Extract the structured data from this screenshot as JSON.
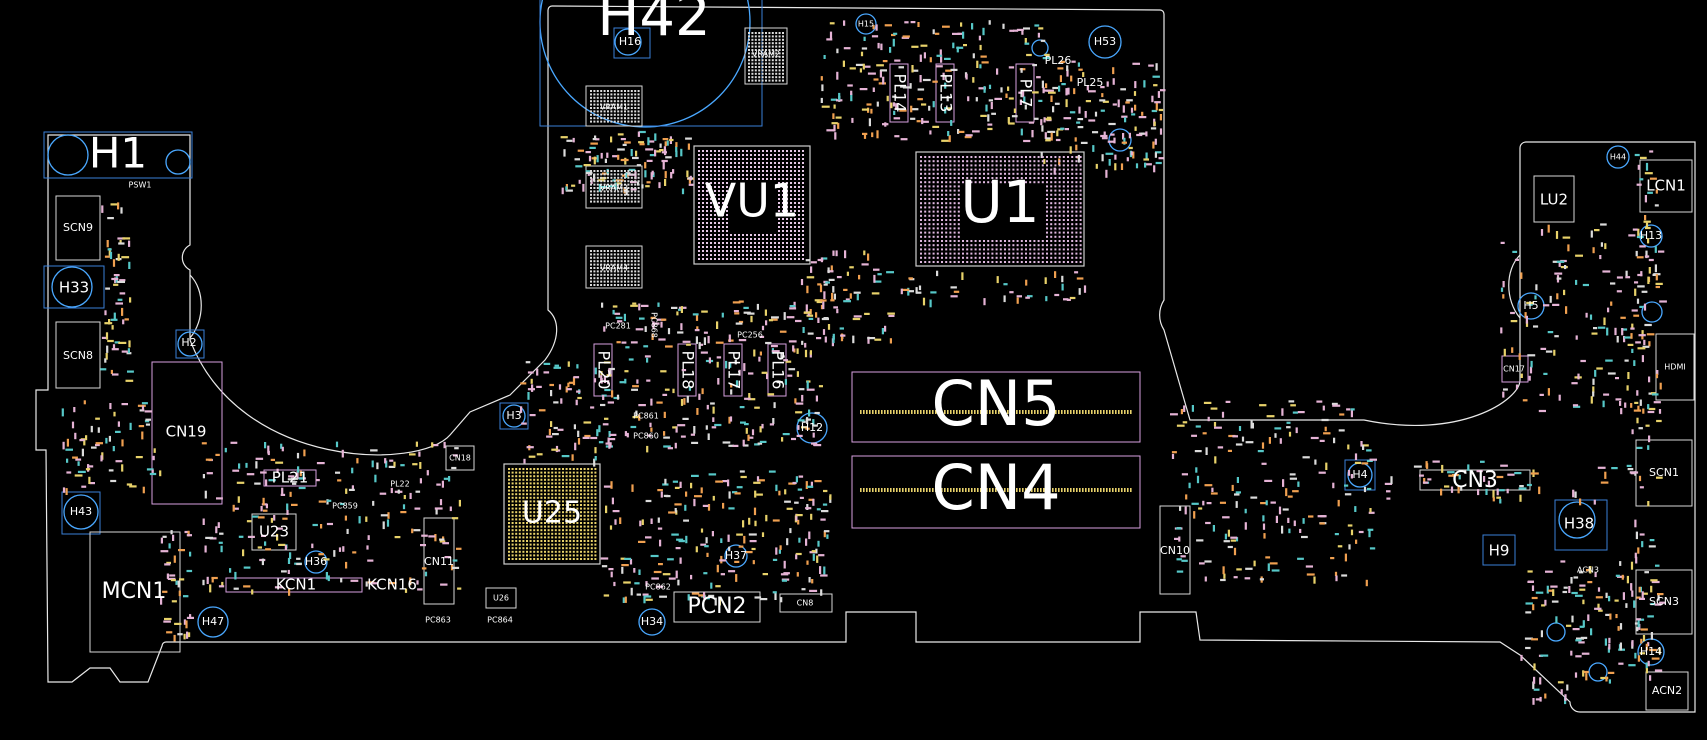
{
  "colors": {
    "background": "#000000",
    "outline": "#e8e8e8",
    "mount_hole": "#4aa8ff",
    "part_outline": "#d7a0e0",
    "pad_pink": "#e6b3d6",
    "pad_white": "#dcdcdc",
    "pad_teal": "#56c8c8",
    "pad_yellow": "#e8d26a",
    "pad_orange": "#f0a050"
  },
  "labels": {
    "u1": "U1",
    "vu1": "VU1",
    "u25": "U25",
    "cn5": "CN5",
    "cn4": "CN4",
    "h1": "H1",
    "h42": "H42",
    "mcn1": "MCN1",
    "cn19": "CN19",
    "kcn1": "KCN1",
    "kcn16": "KCN16",
    "pcn2": "PCN2",
    "cn3": "CN3",
    "lcn1": "LCN1",
    "lu2": "LU2",
    "scn9": "SCN9",
    "scn8": "SCN8",
    "h33": "H33",
    "h2": "H2",
    "h3": "H3",
    "h4": "H4",
    "h5": "H5",
    "h9": "H9",
    "h12": "H12",
    "h13": "H13",
    "h14": "H14",
    "h15": "H15",
    "h16": "H16",
    "h34": "H34",
    "h36": "H36",
    "h37": "H37",
    "h38": "H38",
    "h43": "H43",
    "h44": "H44",
    "h47": "H47",
    "h53": "H53",
    "pl21": "PL21",
    "pl20": "PL20",
    "pl18": "PL18",
    "pl17": "PL17",
    "pl16": "PL16",
    "pl14": "PL14",
    "pl13": "PL13",
    "pl7": "PL7",
    "pl26": "PL26",
    "pl25": "PL25",
    "u23": "U23",
    "u26": "U26",
    "cn11": "CN11",
    "cn10": "CN10",
    "cn8": "CN8",
    "cn18": "CN18",
    "cn17": "CN17",
    "scn1": "SCN1",
    "scn3": "SCN3",
    "acn2": "ACN2",
    "acn3": "ACN3",
    "hdmi": "HDMI",
    "vram1": "VRAM1",
    "vram2": "VRAM2",
    "vram3": "VRAM3",
    "vram4": "VRAM4",
    "psw1": "PSW1",
    "pc256": "PC256",
    "pc281": "PC281",
    "pc859": "PC859",
    "pc860": "PC860",
    "pc861": "PC861",
    "pc862": "PC862",
    "pc863": "PC863",
    "pc864": "PC864",
    "pc868": "PC868",
    "pl22": "PL22"
  }
}
